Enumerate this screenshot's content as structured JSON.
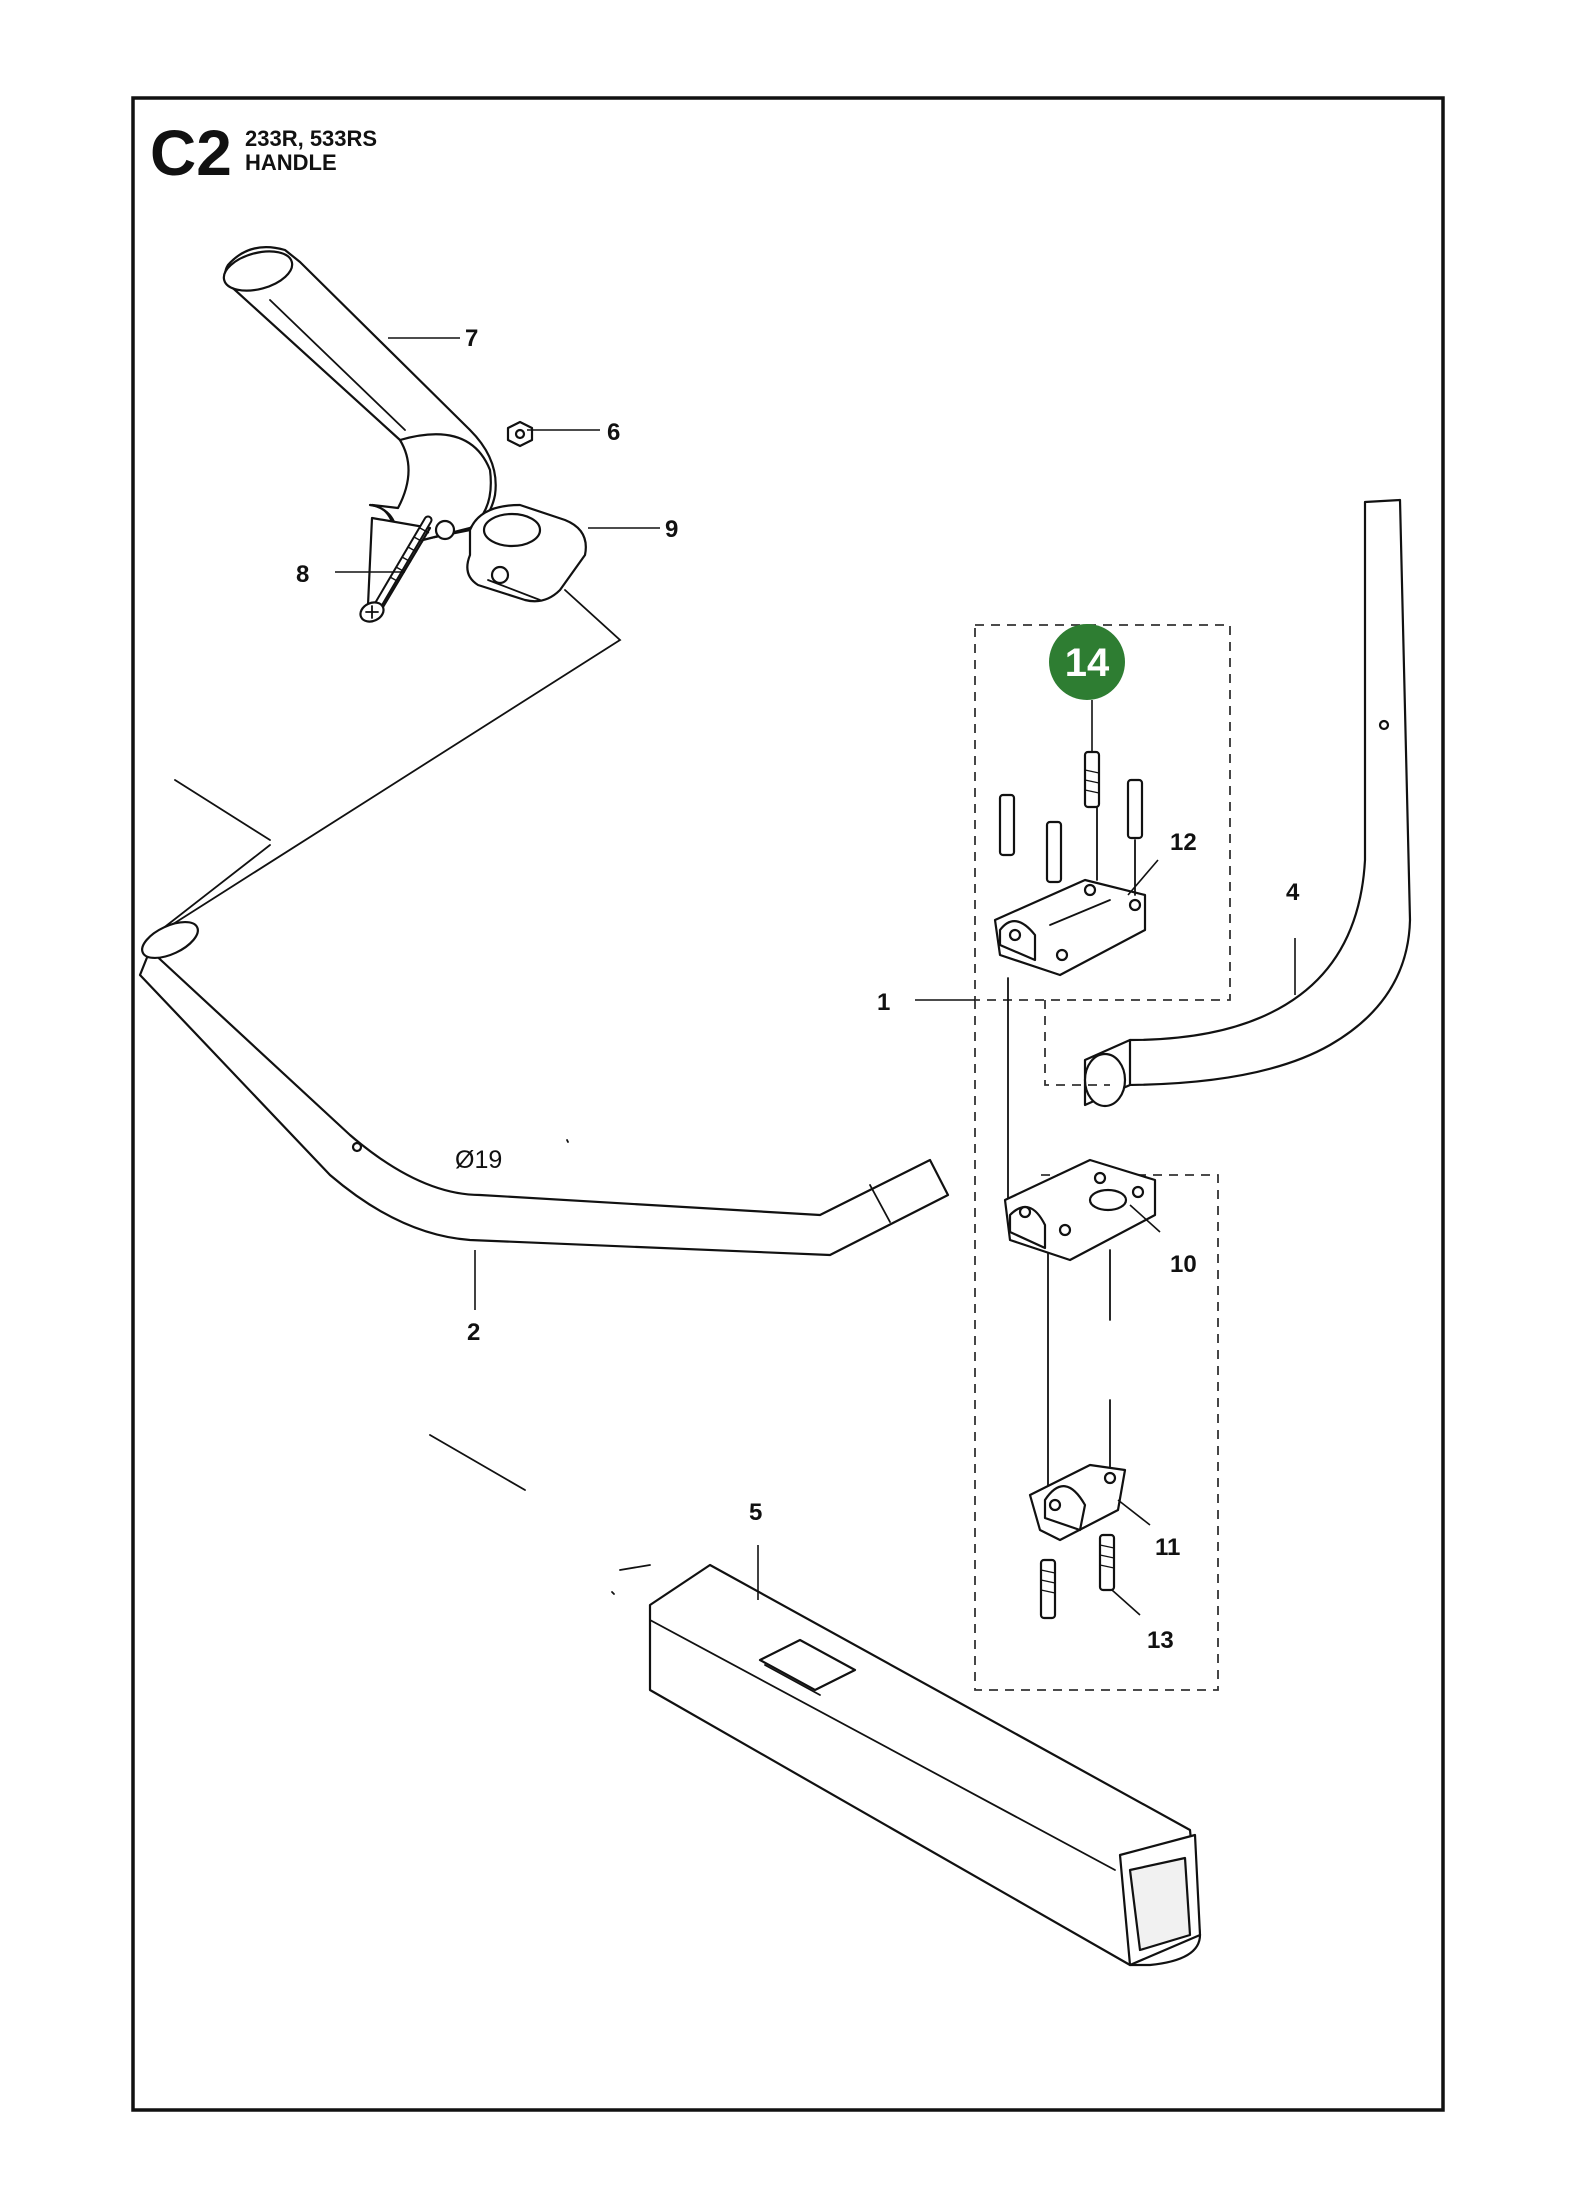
{
  "header": {
    "section_code": "C2",
    "model_line": "233R, 533RS",
    "section_title": "HANDLE"
  },
  "highlight": {
    "badge_label": "14",
    "badge_color": "#2e7d32"
  },
  "dimension_label": "Ø19",
  "callouts": {
    "p1": "1",
    "p2": "2",
    "p4": "4",
    "p5": "5",
    "p6": "6",
    "p7": "7",
    "p8": "8",
    "p9": "9",
    "p10": "10",
    "p11": "11",
    "p12": "12",
    "p13": "13"
  }
}
